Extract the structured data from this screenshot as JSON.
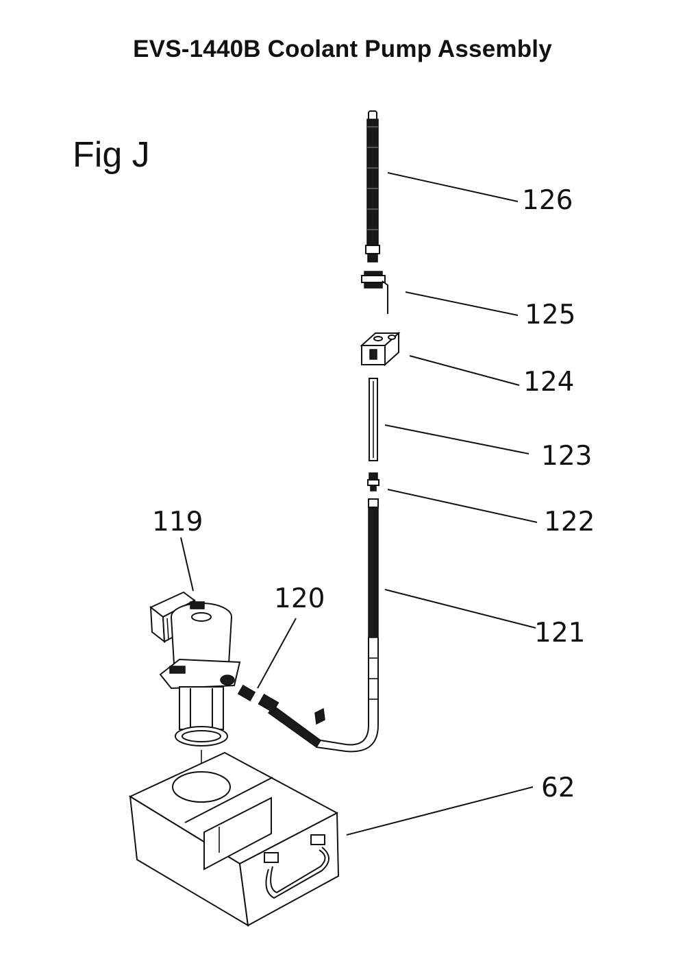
{
  "title": "EVS-1440B Coolant Pump Assembly",
  "figure_label": "Fig J",
  "callouts": [
    {
      "id": "126",
      "label": "126"
    },
    {
      "id": "125",
      "label": "125"
    },
    {
      "id": "124",
      "label": "124"
    },
    {
      "id": "123",
      "label": "123"
    },
    {
      "id": "122",
      "label": "122"
    },
    {
      "id": "119",
      "label": "119"
    },
    {
      "id": "120",
      "label": "120"
    },
    {
      "id": "121",
      "label": "121"
    },
    {
      "id": "62",
      "label": "62"
    }
  ]
}
